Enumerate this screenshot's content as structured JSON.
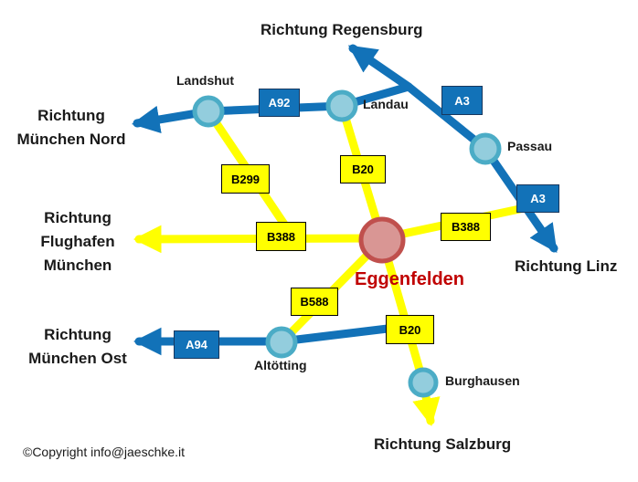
{
  "center": {
    "label": "Eggenfelden"
  },
  "cities": {
    "landshut": "Landshut",
    "landau": "Landau",
    "passau": "Passau",
    "altoetting": "Altötting",
    "burghausen": "Burghausen"
  },
  "directions": {
    "regensburg": "Richtung Regensburg",
    "muenchen_nord_line1": "Richtung",
    "muenchen_nord_line2": "München Nord",
    "flughafen_line1": "Richtung",
    "flughafen_line2": "Flughafen",
    "flughafen_line3": "München",
    "muenchen_ost_line1": "Richtung",
    "muenchen_ost_line2": "München Ost",
    "linz": "Richtung Linz",
    "salzburg": "Richtung Salzburg"
  },
  "badges": {
    "a92": "A92",
    "a3_north": "A3",
    "a3_south": "A3",
    "a94": "A94",
    "b299": "B299",
    "b20_north": "B20",
    "b20_south": "B20",
    "b388_west": "B388",
    "b388_east": "B388",
    "b588": "B588"
  },
  "footer": {
    "copyright": "©Copyright info@jaeschke.it"
  },
  "colors": {
    "autobahn_blue": "#1272B8",
    "road_yellow": "#FFFF00",
    "city_node_fill": "#93CDDD",
    "city_node_border": "#4BACC6",
    "center_node_fill": "#D99694",
    "center_node_border": "#C0504D",
    "center_label_red": "#C00000"
  }
}
